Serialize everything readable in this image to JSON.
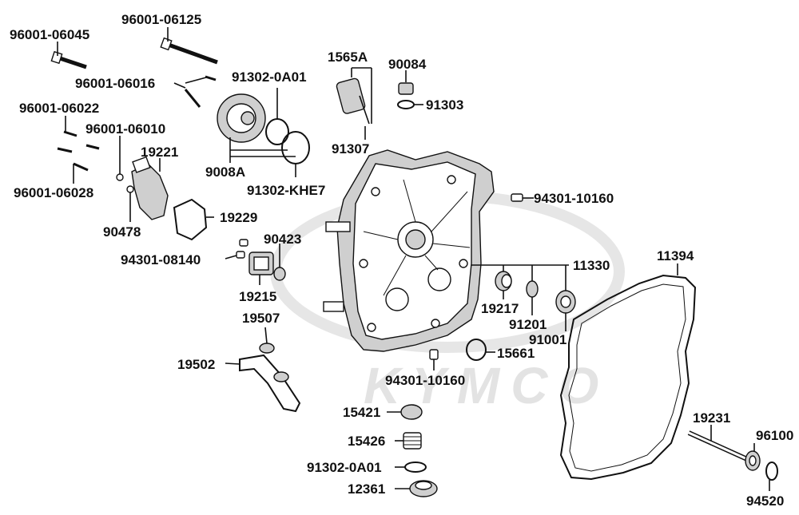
{
  "watermark": {
    "brand": "KYMCO"
  },
  "labels": {
    "p96001_06125": "96001-06125",
    "p96001_06045": "96001-06045",
    "p96001_06016": "96001-06016",
    "p96001_06022": "96001-06022",
    "p96001_06010": "96001-06010",
    "p96001_06028": "96001-06028",
    "p91302_0A01_top": "91302-0A01",
    "p1565A": "1565A",
    "p90084": "90084",
    "p91303": "91303",
    "p91307": "91307",
    "p9008A": "9008A",
    "p91302_KHE7": "91302-KHE7",
    "p19221": "19221",
    "p90478": "90478",
    "p19229": "19229",
    "p94301_10160_top": "94301-10160",
    "p90423": "90423",
    "p94301_08140": "94301-08140",
    "p19215": "19215",
    "p11330": "11330",
    "p11394": "11394",
    "p19217": "19217",
    "p91201": "91201",
    "p91001": "91001",
    "p19507": "19507",
    "p19502": "19502",
    "p15661": "15661",
    "p94301_10160_bot": "94301-10160",
    "p15421": "15421",
    "p15426": "15426",
    "p91302_0A01_bot": "91302-0A01",
    "p12361": "12361",
    "p19231": "19231",
    "p96100": "96100",
    "p94520": "94520"
  }
}
